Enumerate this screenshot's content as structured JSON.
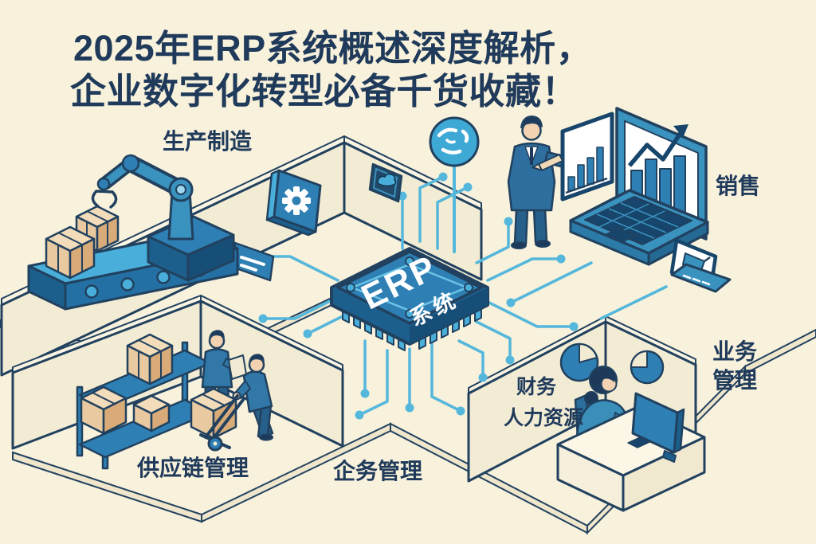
{
  "title": {
    "line1": "2025年ERP系统概述深度解析，",
    "line2": "企业数字化转型必备千货收藏！"
  },
  "chip": {
    "name": "ERP",
    "subtitle": "系统"
  },
  "modules": {
    "manufacturing": "生产制造",
    "sales": "销售",
    "business_management_right": "业务\n管理",
    "finance": "财务",
    "human_resources": "人力资源",
    "supply_chain": "供应链管理",
    "business_management_bottom": "企务管理"
  },
  "icons": {
    "chip": "erp-chip",
    "gear": "gear-icon",
    "cloud": "cloud-icon",
    "globe": "globe-icon",
    "bar_chart": "bar-chart-icon",
    "trend_arrow": "trend-arrow-icon",
    "pie_chart": "pie-chart-icon",
    "shopping_cart": "shopping-cart-icon",
    "robot_arm": "robot-arm-icon",
    "carton_box": "carton-box-icon",
    "circuit_trace": "circuit-trace"
  },
  "colors": {
    "background": "#f8f1dc",
    "ink": "#1f3a5a",
    "blue": "#2e7fb4",
    "blue_dark": "#1d5f8c",
    "blue_light": "#49aed9",
    "circuit": "#54b7db",
    "carton": "#e9c9a0",
    "wall": "#f3ecd4",
    "white": "#ffffff"
  }
}
